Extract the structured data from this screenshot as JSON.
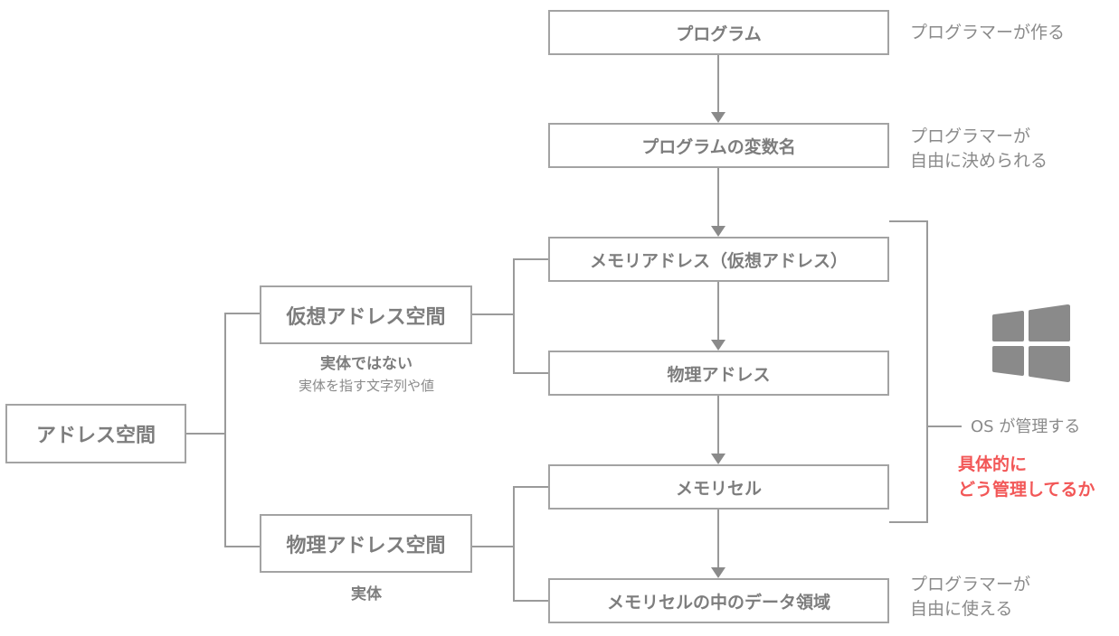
{
  "root": {
    "label": "アドレス空間"
  },
  "branches": [
    {
      "label": "仮想アドレス空間",
      "note_main": "実体ではない",
      "note_sub": "実体を指す文字列や値"
    },
    {
      "label": "物理アドレス空間",
      "note_main": "実体"
    }
  ],
  "flow": [
    {
      "label": "プログラム",
      "side_lines": [
        "プログラマーが作る"
      ]
    },
    {
      "label": "プログラムの変数名",
      "side_lines": [
        "プログラマーが",
        "自由に決められる"
      ]
    },
    {
      "label": "メモリアドレス（仮想アドレス）"
    },
    {
      "label": "物理アドレス"
    },
    {
      "label": "メモリセル"
    },
    {
      "label": "メモリセルの中のデータ領域",
      "side_lines": [
        "プログラマーが",
        "自由に使える"
      ]
    }
  ],
  "os_group": {
    "icon": "windows-logo-icon",
    "label": "OS が管理する",
    "question_lines": [
      "具体的に",
      "どう管理してるか"
    ]
  },
  "colors": {
    "line": "#9a9a9a",
    "text": "#7d7d7d",
    "accent": "#f25757",
    "icon": "#8a8a8a"
  }
}
